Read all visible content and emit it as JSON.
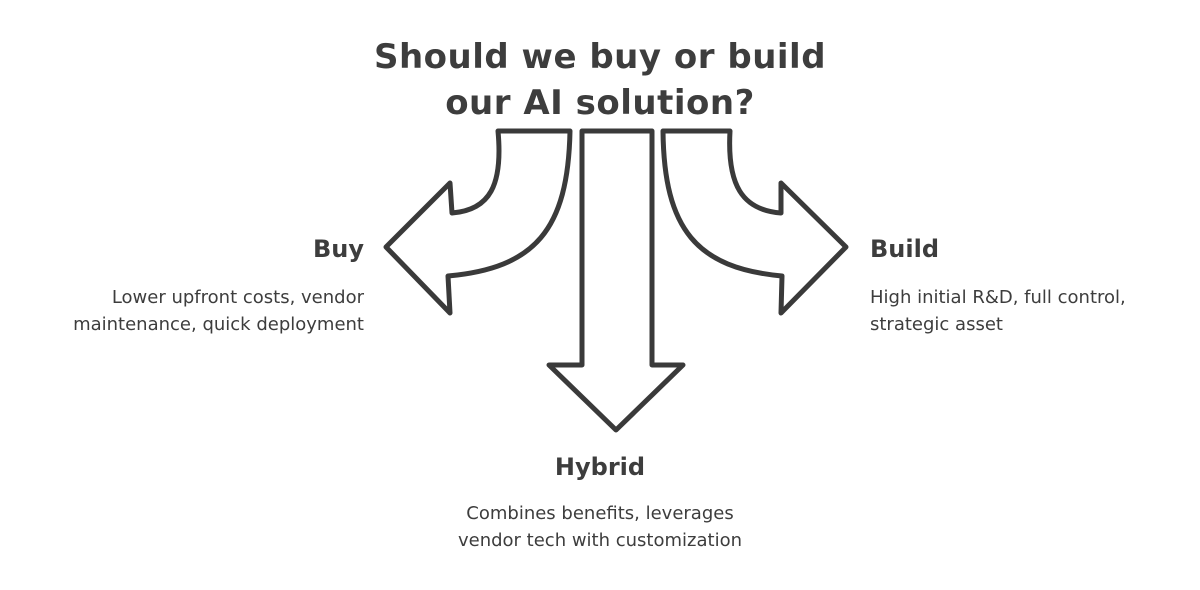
{
  "title": {
    "line1": "Should we buy or build",
    "line2": "our AI solution?"
  },
  "options": {
    "buy": {
      "title": "Buy",
      "desc_line1": "Lower upfront costs, vendor",
      "desc_line2": "maintenance, quick deployment"
    },
    "build": {
      "title": "Build",
      "desc_line1": "High initial R&D, full control,",
      "desc_line2": "strategic asset"
    },
    "hybrid": {
      "title": "Hybrid",
      "desc_line1": "Combines benefits, leverages",
      "desc_line2": "vendor tech with customization"
    }
  },
  "colors": {
    "stroke": "#3a3a3a",
    "fill": "#ffffff"
  }
}
